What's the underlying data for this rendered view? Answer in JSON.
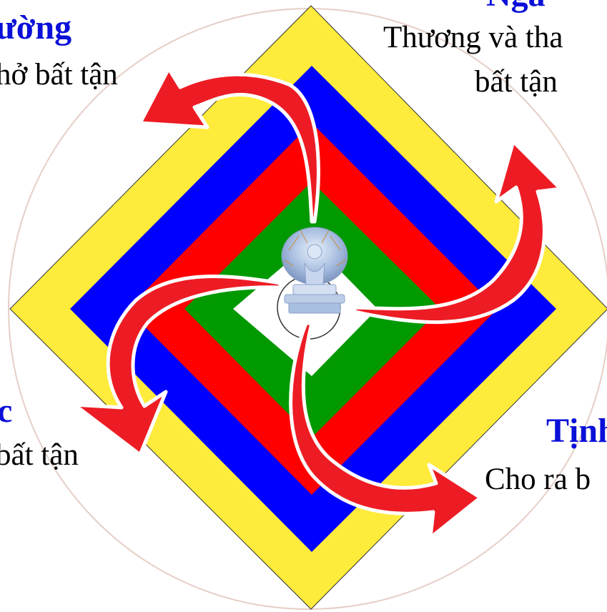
{
  "colors": {
    "yellow": "#FFEB3B",
    "blue": "#0000FF",
    "red": "#FF0000",
    "green": "#009900",
    "center": "#FFFFFF",
    "arrow": "#ED1C24",
    "arrow_outline": "#FFFFFF",
    "circle": "#E5CFC7",
    "title": "#0A10D8",
    "text": "#000000"
  },
  "quadrants": {
    "top_left": {
      "title": "ường",
      "line1": "hở bất tận"
    },
    "top_right": {
      "title": "Ngã",
      "line1": "Thương và tha",
      "line2": "bất tận"
    },
    "bottom_left": {
      "title": "c",
      "line1": "bất tận"
    },
    "bottom_right": {
      "title": "Tịnh",
      "line1": "Cho ra b"
    }
  },
  "center_figure": {
    "icon": "statue-icon"
  }
}
